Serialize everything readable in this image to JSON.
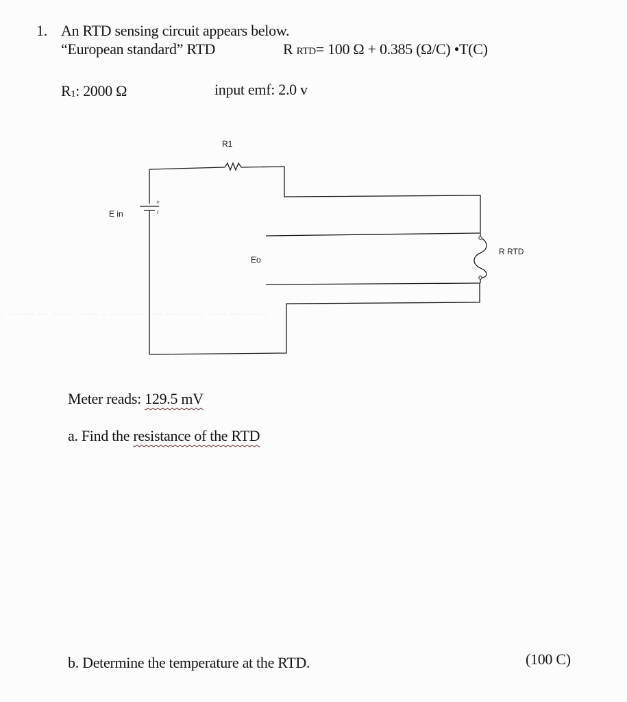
{
  "question": {
    "number": "1.",
    "intro": "An RTD sensing circuit appears below.",
    "rtd_type": "“European standard” RTD",
    "formula": {
      "lhs_main": "R",
      "lhs_sub": "RTD",
      "rhs": "= 100 Ω + 0.385 (Ω/C) •T(C)"
    },
    "r1": {
      "label_main": "R",
      "label_sub": "1",
      "value": ": 2000 Ω"
    },
    "emf": {
      "label": "input emf:",
      "value": "2.0 v"
    }
  },
  "circuit": {
    "labels": {
      "r1": "R1",
      "ein": "E in",
      "eo": "Eo",
      "rrtd": "R RTD",
      "plus": "+",
      "minus": "ı"
    },
    "line_color": "#1a1a1a"
  },
  "meter": {
    "label": "Meter reads:",
    "value": "129.5 mV"
  },
  "parts": [
    {
      "letter": "a.",
      "text_plain": "Find the ",
      "text_underlined": "resistance of the RTD"
    },
    {
      "letter": "b.",
      "text": "Determine the temperature at the RTD.",
      "answer": "(100 C)"
    }
  ]
}
